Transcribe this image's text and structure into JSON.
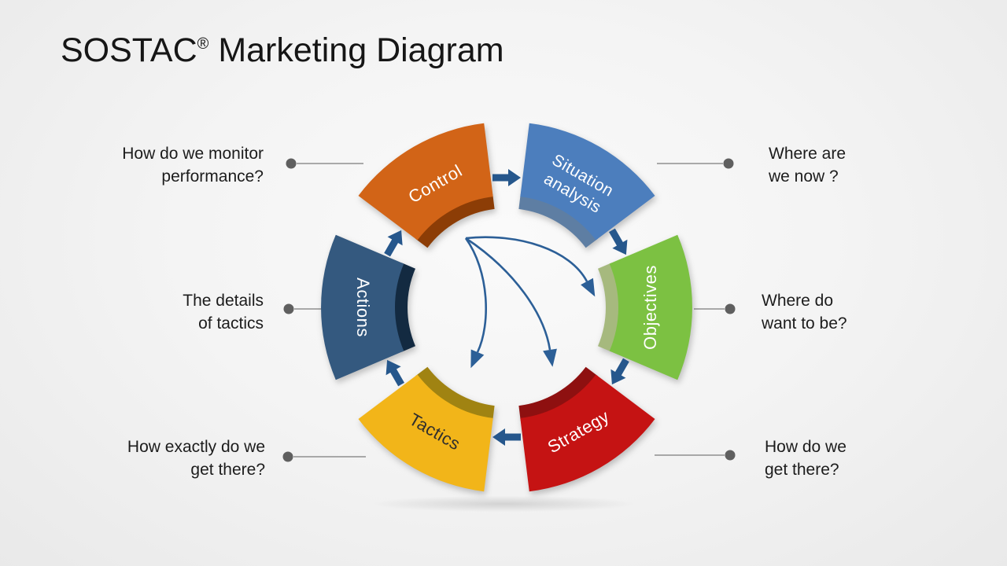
{
  "slide": {
    "title": {
      "brand": "SOSTAC",
      "reg": "®",
      "rest": " Marketing Diagram"
    }
  },
  "diagram": {
    "type": "cycle",
    "segments": [
      {
        "id": "control",
        "label": "Control",
        "lines": [
          "Control"
        ],
        "color": "#D26417",
        "band_color": "#8C3D06",
        "text_color": "#FFFFFF",
        "angle": 240,
        "text_rotation": -30
      },
      {
        "id": "situation-analysis",
        "label": "Situation analysis",
        "lines": [
          "Situation",
          "analysis"
        ],
        "color": "#4C7EBD",
        "band_color": "#5E7EA3",
        "text_color": "#FFFFFF",
        "angle": 300,
        "text_rotation": 30
      },
      {
        "id": "objectives",
        "label": "Objectives",
        "lines": [
          "Objectives"
        ],
        "color": "#7CC142",
        "band_color": "#A6B97E",
        "text_color": "#FFFFFF",
        "angle": 0,
        "text_rotation": -90
      },
      {
        "id": "strategy",
        "label": "Strategy",
        "lines": [
          "Strategy"
        ],
        "color": "#C51313",
        "band_color": "#8E1010",
        "text_color": "#FFFFFF",
        "angle": 60,
        "text_rotation": -30
      },
      {
        "id": "tactics",
        "label": "Tactics",
        "lines": [
          "Tactics"
        ],
        "color": "#F2B519",
        "band_color": "#A08312",
        "text_color": "#2E2E2E",
        "angle": 120,
        "text_rotation": 30
      },
      {
        "id": "actions",
        "label": "Actions",
        "lines": [
          "Actions"
        ],
        "color": "#34597F",
        "band_color": "#132A41",
        "text_color": "#FFFFFF",
        "angle": 180,
        "text_rotation": 90
      }
    ],
    "flow_arrow_color": "#26578C",
    "center_arrow_color": "#2C5F97",
    "connector": {
      "line_color": "#8F8F8F",
      "dot_color": "#5F5F5F"
    }
  },
  "annotations": {
    "left": [
      {
        "id": "monitor-performance",
        "lines": [
          "How do we monitor",
          "performance?"
        ]
      },
      {
        "id": "details-of-tactics",
        "lines": [
          "The details",
          "of tactics"
        ]
      },
      {
        "id": "how-exactly-get-there",
        "lines": [
          "How exactly do we",
          "get there?"
        ]
      }
    ],
    "right": [
      {
        "id": "where-are-we-now",
        "lines": [
          "Where are",
          "we now ?"
        ]
      },
      {
        "id": "where-do-want-to-be",
        "lines": [
          "Where do",
          "want to be?"
        ]
      },
      {
        "id": "how-do-we-get-there",
        "lines": [
          "How do we",
          "get there?"
        ]
      }
    ]
  }
}
